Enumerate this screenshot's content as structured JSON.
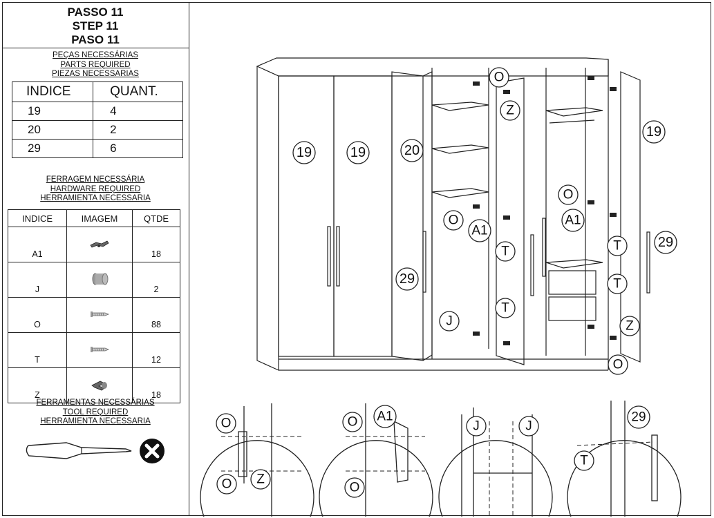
{
  "title": {
    "pt": "PASSO 11",
    "en": "STEP 11",
    "es": "PASO 11"
  },
  "parts": {
    "heading_pt": "PEÇAS NECESSÁRIAS",
    "heading_en": "PARTS REQUIRED",
    "heading_es": "PIEZAS NECESSARIAS",
    "col_index": "INDICE",
    "col_qty": "QUANT.",
    "rows": [
      {
        "index": "19",
        "qty": "4"
      },
      {
        "index": "20",
        "qty": "2"
      },
      {
        "index": "29",
        "qty": "6"
      }
    ]
  },
  "hardware": {
    "heading_pt": "FERRAGEM NECESSÁRIA",
    "heading_en": "HARDWARE REQUIRED",
    "heading_es": "HERRAMIENTA NECESSARIA",
    "col_index": "INDICE",
    "col_image": "IMAGEM",
    "col_qty": "QTDE",
    "rows": [
      {
        "index": "A1",
        "icon": "hinge-plate-icon",
        "qty": "18"
      },
      {
        "index": "J",
        "icon": "dowel-icon",
        "qty": "2"
      },
      {
        "index": "O",
        "icon": "screw-icon",
        "qty": "88"
      },
      {
        "index": "T",
        "icon": "screw-icon",
        "qty": "12"
      },
      {
        "index": "Z",
        "icon": "hinge-cup-icon",
        "qty": "18"
      }
    ]
  },
  "tools": {
    "heading_pt": "FERRAMENTAS NECESSÁRIAS",
    "heading_en": "TOOL REQUIRED",
    "heading_es": "HERRAMIENTA NECESSARIA",
    "items": [
      {
        "icon": "screwdriver-icon"
      },
      {
        "icon": "phillips-head-icon"
      }
    ]
  },
  "callouts": {
    "door_left_1": "19",
    "door_left_2": "19",
    "door_mid": "20",
    "door_right": "19",
    "handle_left": "29",
    "handle_right": "29",
    "screw_o": "O",
    "hinge_plate": "A1",
    "screw_t": "T",
    "dowel_j": "J",
    "hinge_z": "Z"
  },
  "details": {
    "hinge": {
      "top": "O",
      "bottom": "O",
      "cup": "Z"
    },
    "plate": {
      "top": "O",
      "plate": "A1",
      "bottom": "O"
    },
    "dowel": {
      "left": "J",
      "right": "J"
    },
    "handle": {
      "handle": "29",
      "screw": "T"
    }
  }
}
